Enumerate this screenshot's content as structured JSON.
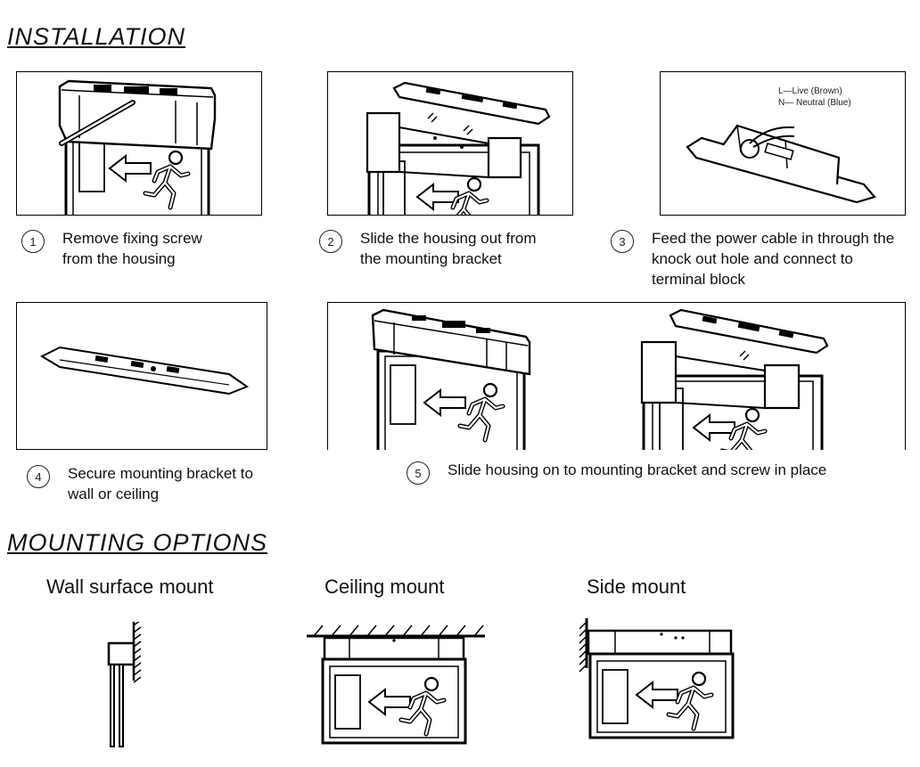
{
  "installation": {
    "title": "INSTALLATION",
    "steps": [
      {
        "number": "1",
        "text": "Remove fixing screw\nfrom the housing"
      },
      {
        "number": "2",
        "text": "Slide the housing out from\nthe mounting bracket"
      },
      {
        "number": "3",
        "text": "Feed the power cable in through the\nknock out hole and connect to\nterminal block"
      },
      {
        "number": "4",
        "text": "Secure mounting bracket to\nwall or ceiling"
      },
      {
        "number": "5",
        "text": "Slide housing on to mounting bracket and screw in place"
      }
    ],
    "wiring": {
      "live": "L—Live (Brown)",
      "neutral": "N— Neutral (Blue)"
    }
  },
  "mounting": {
    "title": "MOUNTING  OPTIONS",
    "options": [
      {
        "label": "Wall surface mount"
      },
      {
        "label": "Ceiling mount"
      },
      {
        "label": "Side mount"
      }
    ]
  }
}
